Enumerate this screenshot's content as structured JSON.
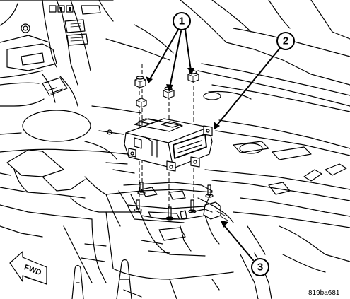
{
  "callouts": [
    {
      "id": "1",
      "label": "1",
      "target": "nuts"
    },
    {
      "id": "2",
      "label": "2",
      "target": "module"
    },
    {
      "id": "3",
      "label": "3",
      "target": "studs"
    }
  ],
  "direction_arrow": {
    "label": "FWD"
  },
  "figure_code": "819ba681",
  "colors": {
    "line": "#000000",
    "background": "#ffffff"
  }
}
